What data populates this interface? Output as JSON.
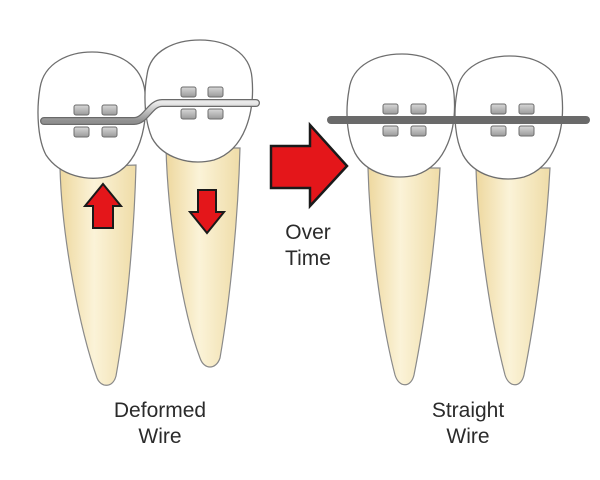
{
  "labels": {
    "left_line1": "Deformed",
    "left_line2": "Wire",
    "middle_line1": "Over",
    "middle_line2": "Time",
    "right_line1": "Straight",
    "right_line2": "Wire"
  },
  "icons": {
    "tooth_movement_up": "arrow-up-icon",
    "tooth_movement_down": "arrow-down-icon",
    "progression": "arrow-right-icon"
  },
  "colors": {
    "crown": "#ffffff",
    "root": "#f3e3b4",
    "outline": "#6e6e6e",
    "arrow": "#e4161a",
    "wire": "#bdbdbd",
    "bracket": "#a9a9a9"
  }
}
